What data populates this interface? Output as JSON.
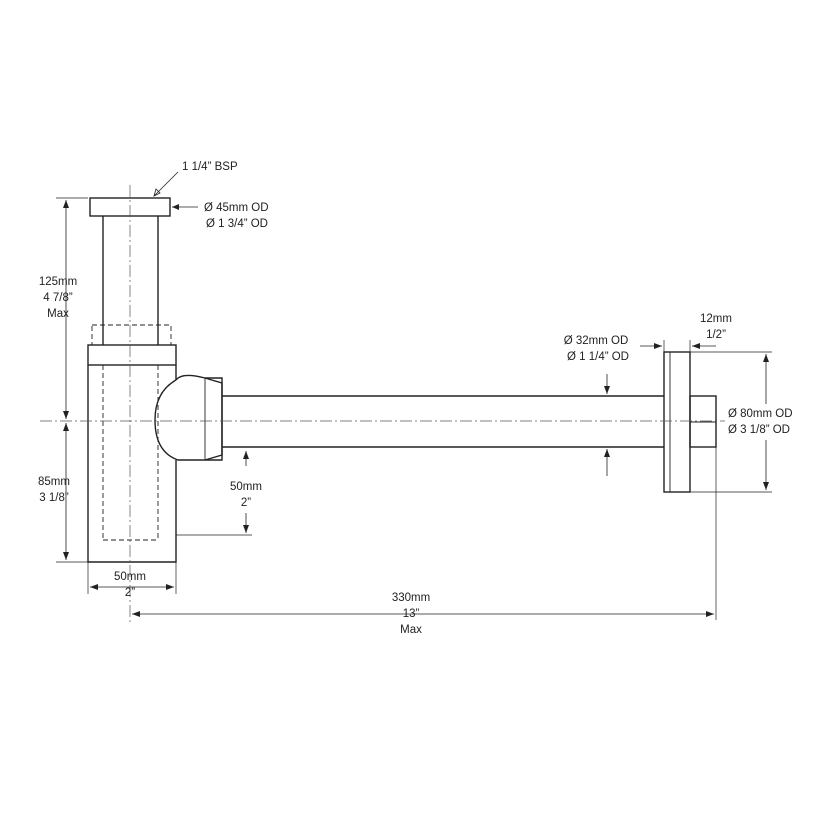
{
  "labels": {
    "bsp": "1 1/4” BSP",
    "top_od_mm": "Ø 45mm OD",
    "top_od_in": "Ø 1 3/4” OD",
    "h_upper_mm": "125mm",
    "h_upper_in": "4 7/8”",
    "h_upper_max": "Max",
    "h_lower_mm": "85mm",
    "h_lower_in": "3 1/8”",
    "drop_mm": "50mm",
    "drop_in": "2”",
    "body_w_mm": "50mm",
    "body_w_in": "2”",
    "len_mm": "330mm",
    "len_in": "13”",
    "len_max": "Max",
    "pipe_od_mm": "Ø 32mm OD",
    "pipe_od_in": "Ø 1 1/4” OD",
    "flange_t_mm": "12mm",
    "flange_t_in": "1/2”",
    "flange_od_mm": "Ø 80mm OD",
    "flange_od_in": "Ø 3 1/8” OD"
  }
}
